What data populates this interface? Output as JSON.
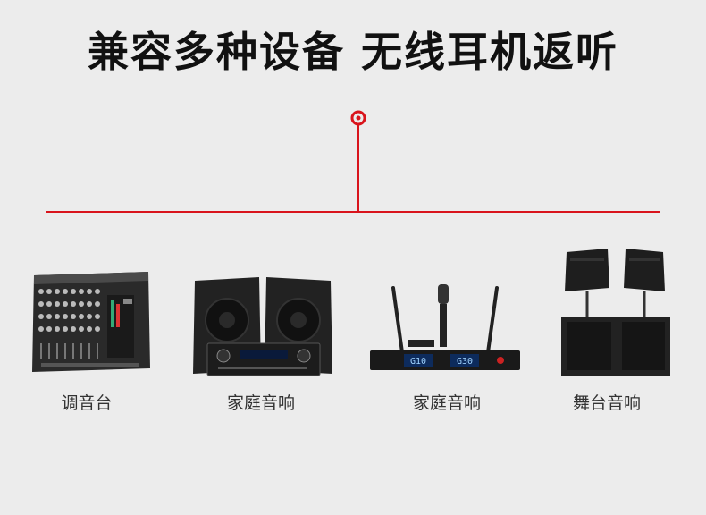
{
  "headline": "兼容多种设备 无线耳机返听",
  "accent_color": "#d9141c",
  "devices": [
    {
      "icon": "mixer-icon",
      "label": "调音台"
    },
    {
      "icon": "home-audio-speakers-icon",
      "label": "家庭音响"
    },
    {
      "icon": "wireless-mic-receiver-icon",
      "label": "家庭音响",
      "display_left": "G10",
      "display_right": "G30"
    },
    {
      "icon": "stage-speakers-icon",
      "label": "舞台音响"
    }
  ]
}
